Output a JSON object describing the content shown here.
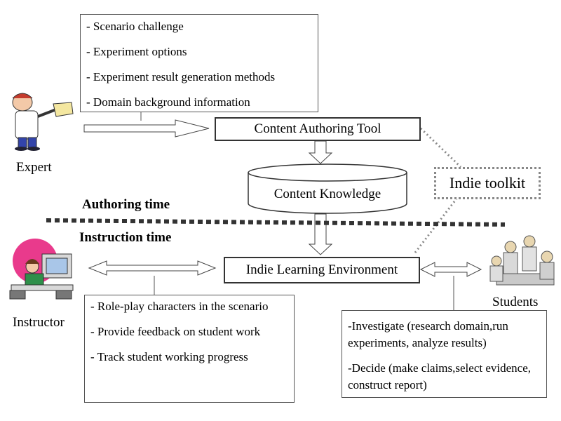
{
  "expert_box": {
    "items": [
      "- Scenario challenge",
      "- Experiment options",
      "- Experiment result generation methods",
      "- Domain background information"
    ]
  },
  "content_authoring_tool": "Content Authoring Tool",
  "content_knowledge": "Content Knowledge",
  "indie_toolkit": "Indie toolkit",
  "authoring_time": "Authoring time",
  "instruction_time": "Instruction time",
  "indie_learning_environment": "Indie Learning Environment",
  "expert_label": "Expert",
  "instructor_label": "Instructor",
  "students_label": "Students",
  "instructor_box": {
    "items": [
      "- Role-play characters in the scenario",
      "- Provide feedback on student work",
      "- Track student working progress"
    ]
  },
  "students_box": {
    "items": [
      "-Investigate (research domain,run experiments, analyze results)",
      "-Decide (make claims,select evidence, construct report)"
    ]
  }
}
